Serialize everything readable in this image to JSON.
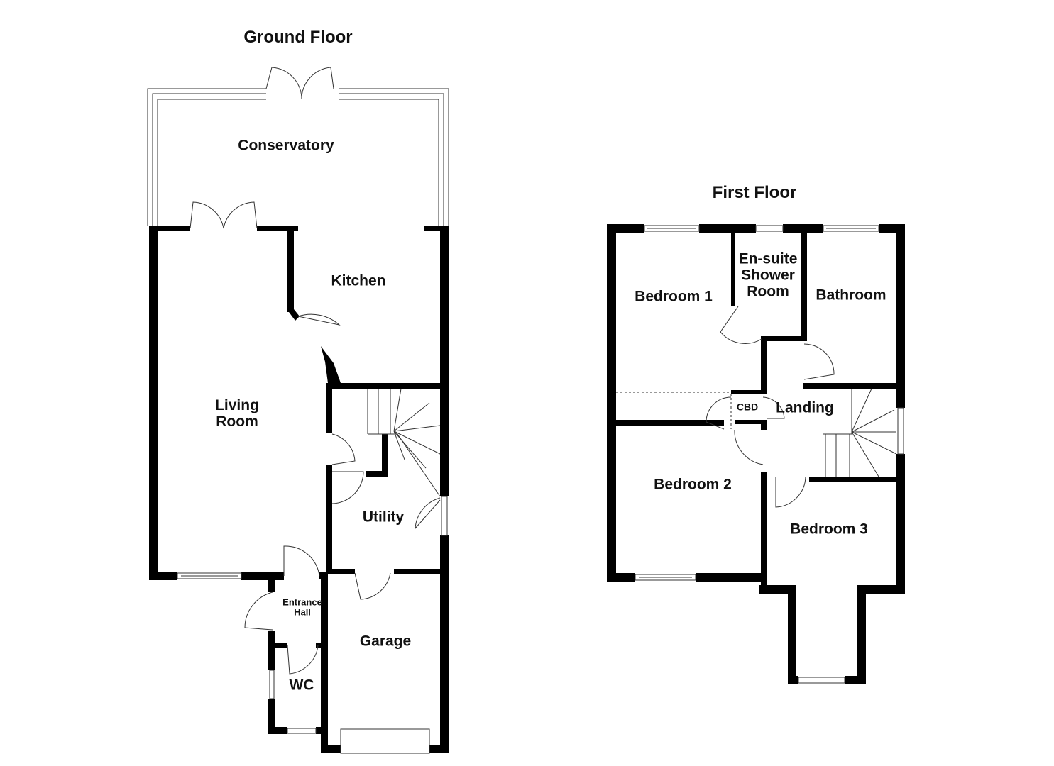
{
  "ground_floor": {
    "title": "Ground Floor",
    "rooms": {
      "conservatory": "Conservatory",
      "kitchen": "Kitchen",
      "living_room": "Living\nRoom",
      "utility": "Utility",
      "entrance_hall": "Entrance\nHall",
      "wc": "WC",
      "garage": "Garage"
    }
  },
  "first_floor": {
    "title": "First Floor",
    "rooms": {
      "bedroom1": "Bedroom 1",
      "ensuite": "En-suite\nShower\nRoom",
      "bathroom": "Bathroom",
      "cbd": "CBD",
      "landing": "Landing",
      "bedroom2": "Bedroom 2",
      "bedroom3": "Bedroom 3"
    }
  },
  "colors": {
    "wall": "#000000",
    "fixture": "#333333"
  }
}
